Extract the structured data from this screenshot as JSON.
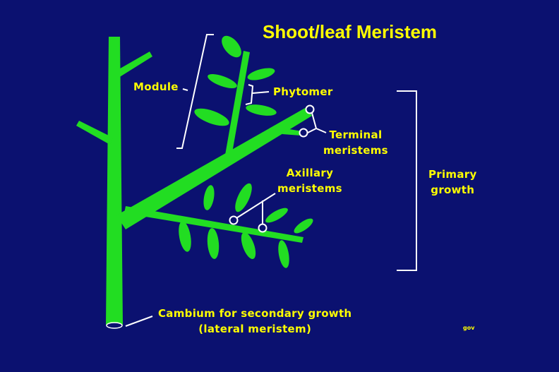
{
  "title": "Shoot/leaf Meristem",
  "labels": {
    "module": "Module",
    "phytomer": "Phytomer",
    "terminal_meristems": [
      "Terminal",
      "meristems"
    ],
    "axillary_meristems": [
      "Axillary",
      "meristems"
    ],
    "primary_growth": [
      "Primary",
      "growth"
    ],
    "cambium": [
      "Cambium for secondary growth",
      "(lateral meristem)"
    ],
    "corner_mark": "gov"
  },
  "colors": {
    "background": "#0b1170",
    "plant": "#22dd22",
    "text": "#ffff00",
    "lines": "#ffffff"
  }
}
